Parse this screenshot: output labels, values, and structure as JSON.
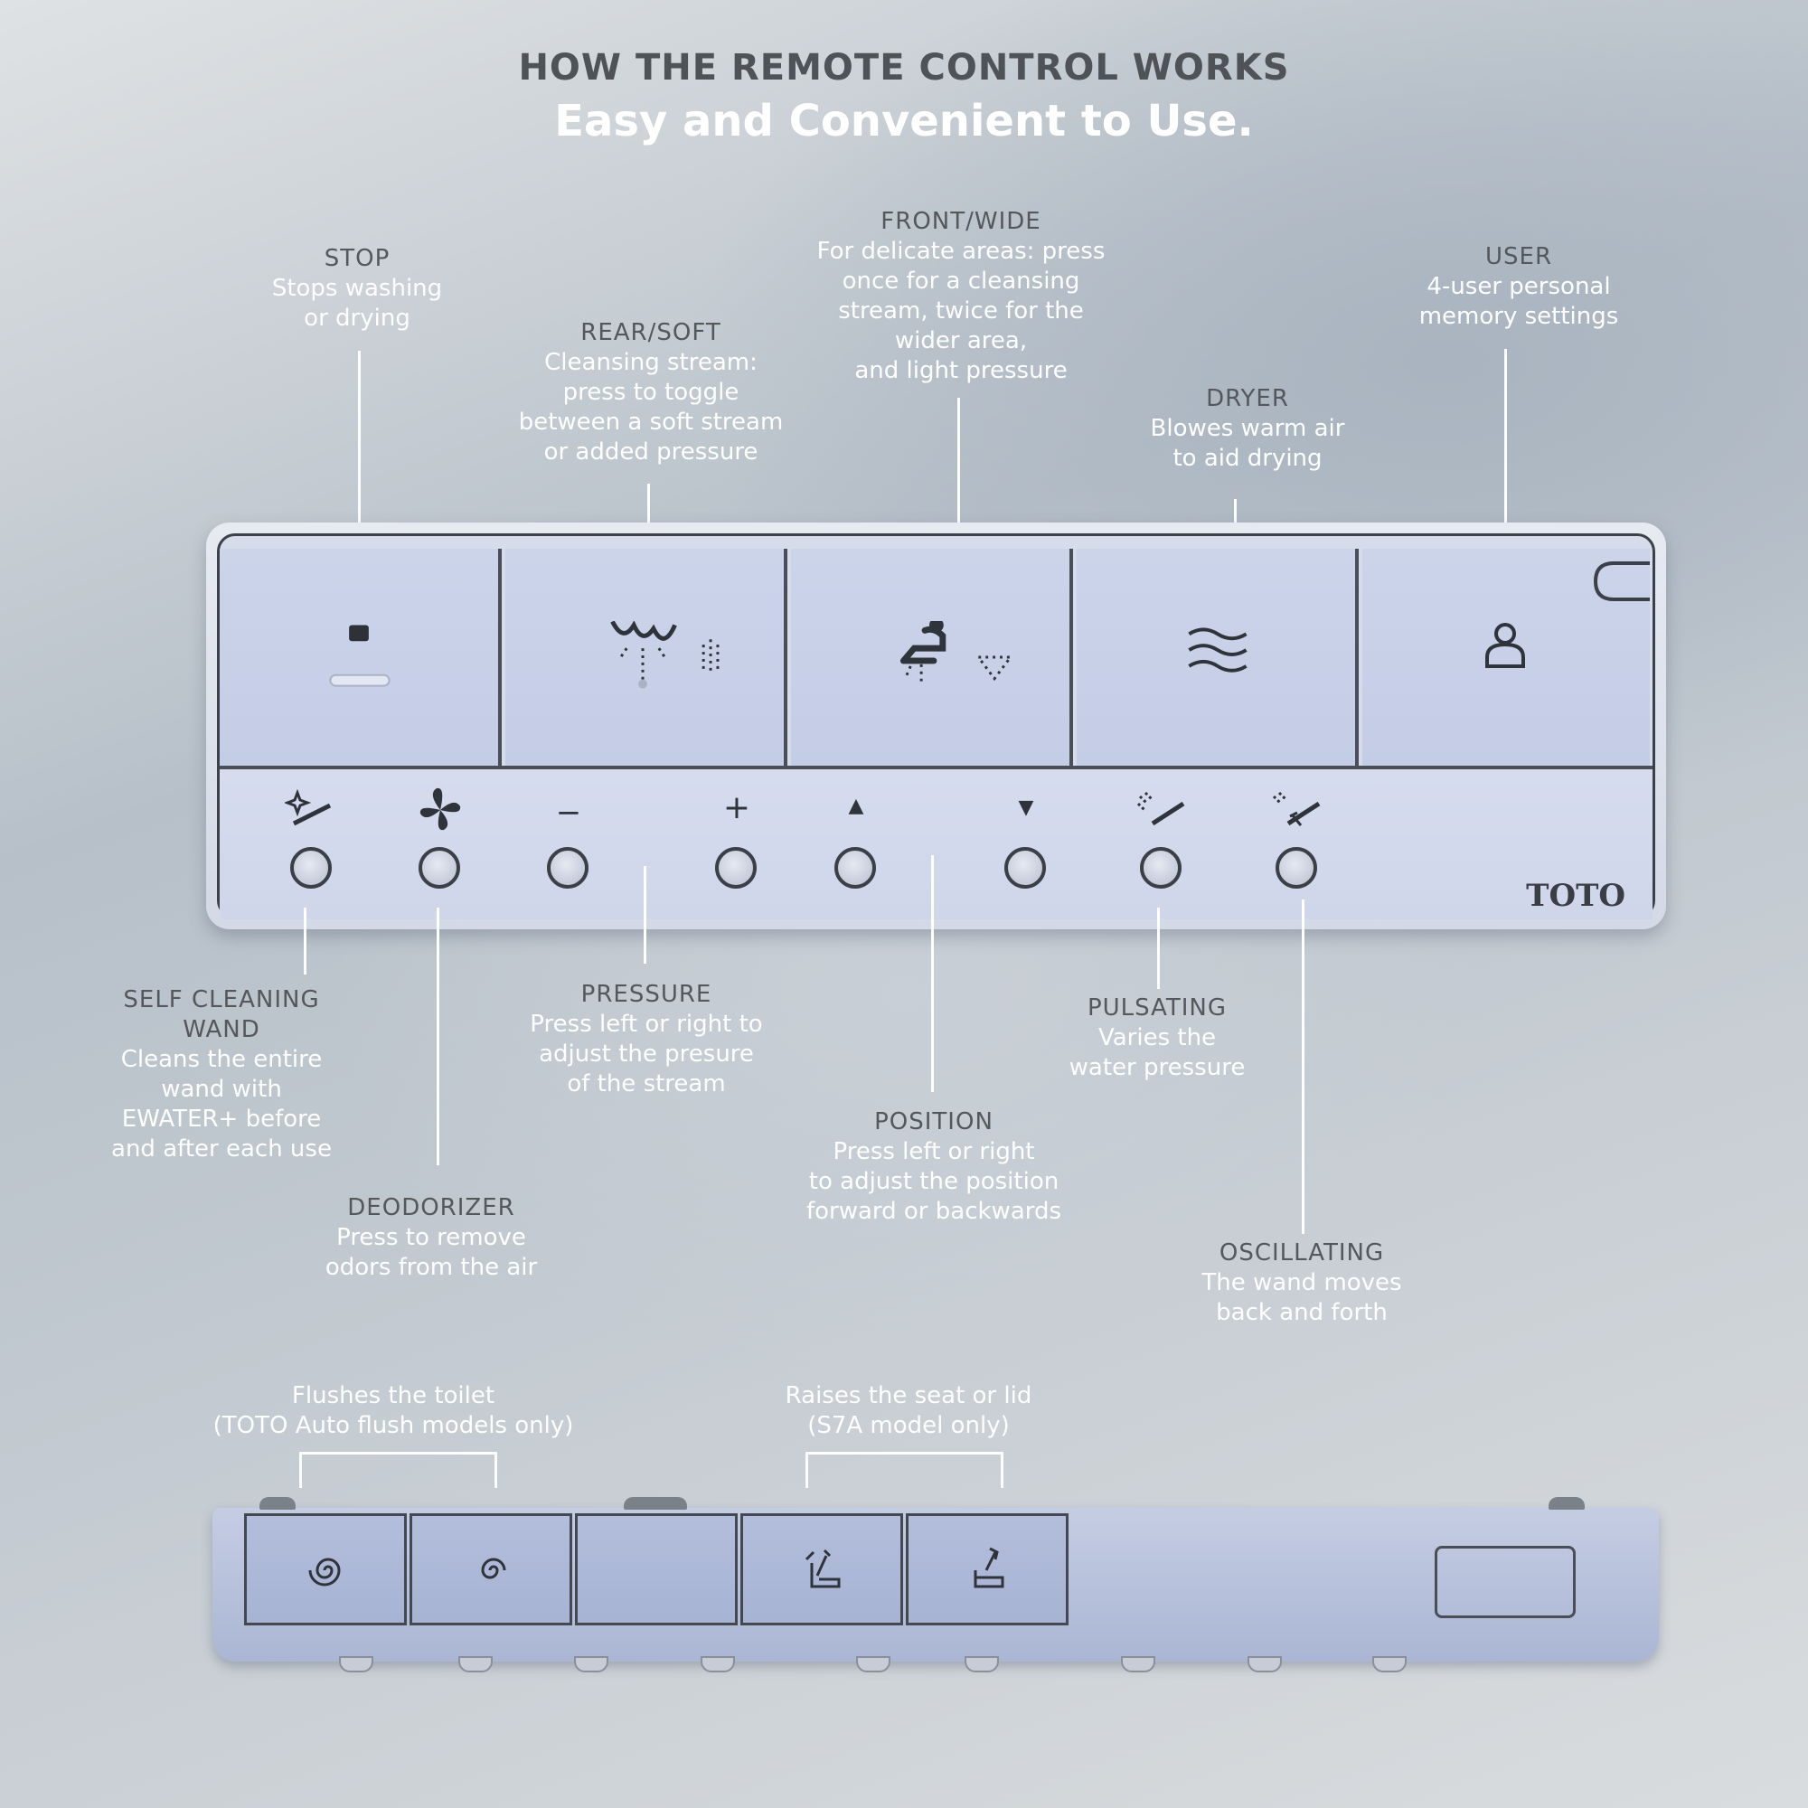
{
  "header": {
    "title": "HOW THE REMOTE CONTROL WORKS",
    "subtitle": "Easy and Convenient to Use."
  },
  "callouts": {
    "stop": {
      "title": "STOP",
      "desc": "Stops washing\nor drying"
    },
    "rear_soft": {
      "title": "REAR/SOFT",
      "desc": "Cleansing stream:\npress to toggle\nbetween a soft stream\nor added pressure"
    },
    "front_wide": {
      "title": "FRONT/WIDE",
      "desc": "For delicate areas: press\nonce for a cleansing\nstream,  twice for the\nwider area,\nand light pressure"
    },
    "dryer": {
      "title": "DRYER",
      "desc": "Blowes warm air\nto aid drying"
    },
    "user": {
      "title": "USER",
      "desc": "4-user personal\nmemory settings"
    },
    "self_cleaning": {
      "title": "SELF CLEANING\nWAND",
      "desc": "Cleans the entire\nwand with\nEWATER+ before\nand after each use"
    },
    "deodorizer": {
      "title": "DEODORIZER",
      "desc": "Press to remove\nodors from the air"
    },
    "pressure": {
      "title": "PRESSURE",
      "desc": "Press left or right to\nadjust the presure\nof the stream"
    },
    "position": {
      "title": "POSITION",
      "desc": "Press left or right\nto adjust the position\nforward or backwards"
    },
    "pulsating": {
      "title": "PULSATING",
      "desc": "Varies the\nwater pressure"
    },
    "oscillating": {
      "title": "OSCILLATING",
      "desc": "The wand moves\nback and forth"
    },
    "flush": {
      "desc": "Flushes the toilet\n(TOTO Auto flush models only)"
    },
    "raise": {
      "desc": "Raises the seat or lid\n(S7A model only)"
    }
  },
  "remote": {
    "brand": "TOTO",
    "small_icons": {
      "minus": "−",
      "plus": "+",
      "up": "▲",
      "down": "▼"
    }
  },
  "colors": {
    "heading": "#54585d",
    "text": "#ffffff",
    "remote": "#cdd5ea"
  }
}
